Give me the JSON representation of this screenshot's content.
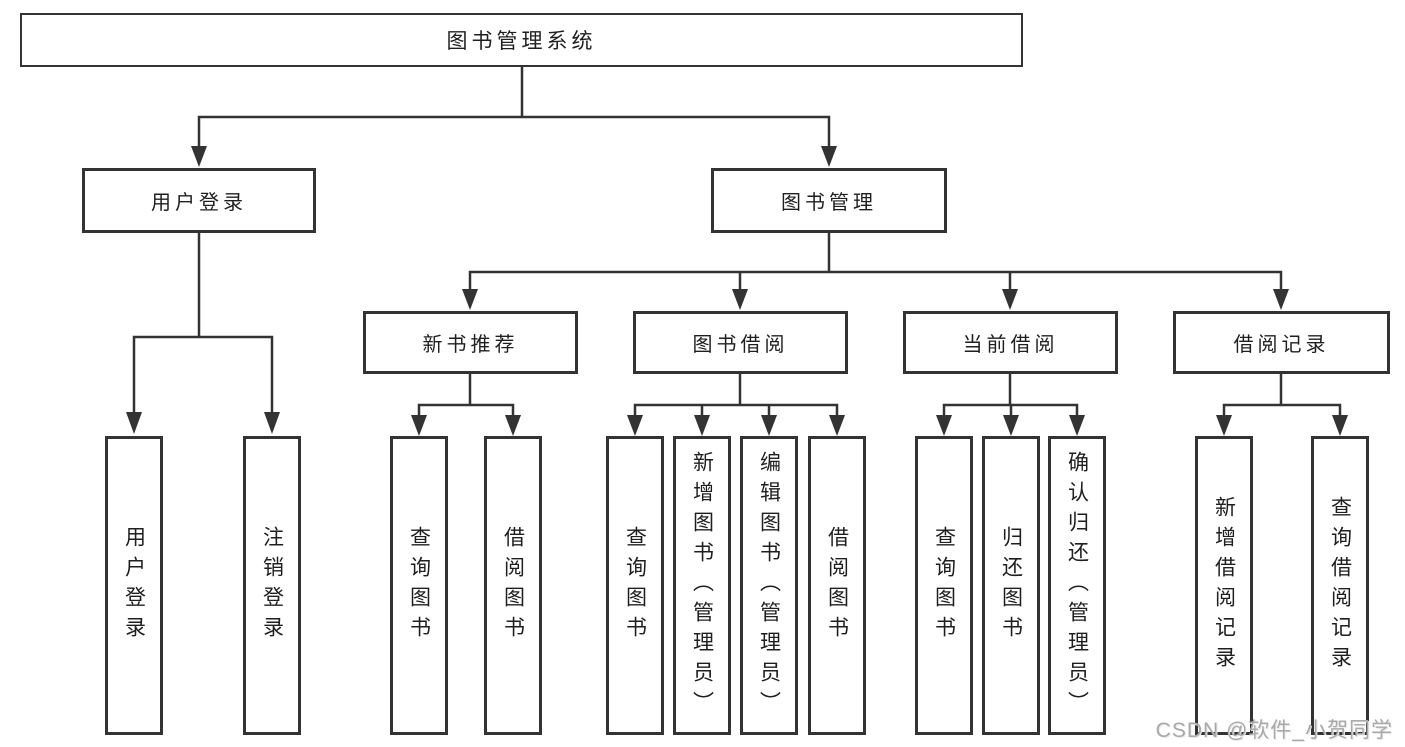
{
  "diagram": {
    "root": {
      "label": "图书管理系统"
    },
    "branches": [
      {
        "label": "用户登录",
        "children": [
          {
            "label": "用户登录"
          },
          {
            "label": "注销登录"
          }
        ]
      },
      {
        "label": "图书管理",
        "children": [
          {
            "label": "新书推荐",
            "children": [
              {
                "label": "查询图书"
              },
              {
                "label": "借阅图书"
              }
            ]
          },
          {
            "label": "图书借阅",
            "children": [
              {
                "label": "查询图书"
              },
              {
                "label": "新增图书（管理员）"
              },
              {
                "label": "编辑图书（管理员）"
              },
              {
                "label": "借阅图书"
              }
            ]
          },
          {
            "label": "当前借阅",
            "children": [
              {
                "label": "查询图书"
              },
              {
                "label": "归还图书"
              },
              {
                "label": "确认归还（管理员）"
              }
            ]
          },
          {
            "label": "借阅记录",
            "children": [
              {
                "label": "新增借阅记录"
              },
              {
                "label": "查询借阅记录"
              }
            ]
          }
        ]
      }
    ],
    "colors": {
      "line": "#333333",
      "box_border": "#333333",
      "box_fill": "#ffffff",
      "text": "#1f1f1f"
    }
  },
  "watermark": {
    "text": "CSDN @软件_小贺同学",
    "color": "#a9a9a9"
  }
}
